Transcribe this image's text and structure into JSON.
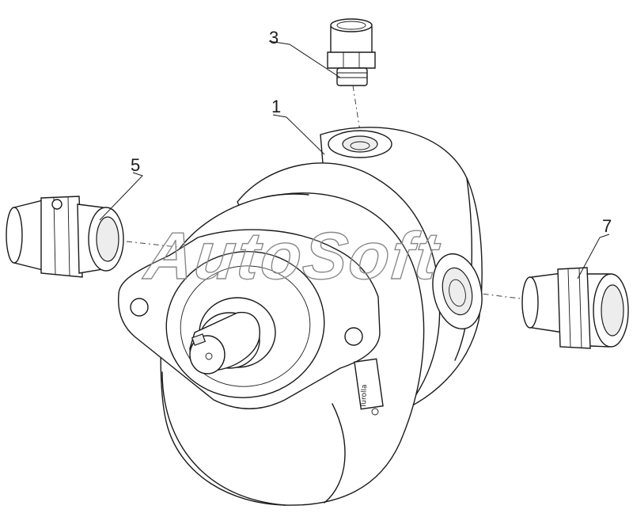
{
  "callouts": {
    "part_1": "1",
    "part_3": "3",
    "part_5": "5",
    "part_7": "7"
  },
  "watermark": "AutoSoft",
  "housing_marking": "Turolla"
}
